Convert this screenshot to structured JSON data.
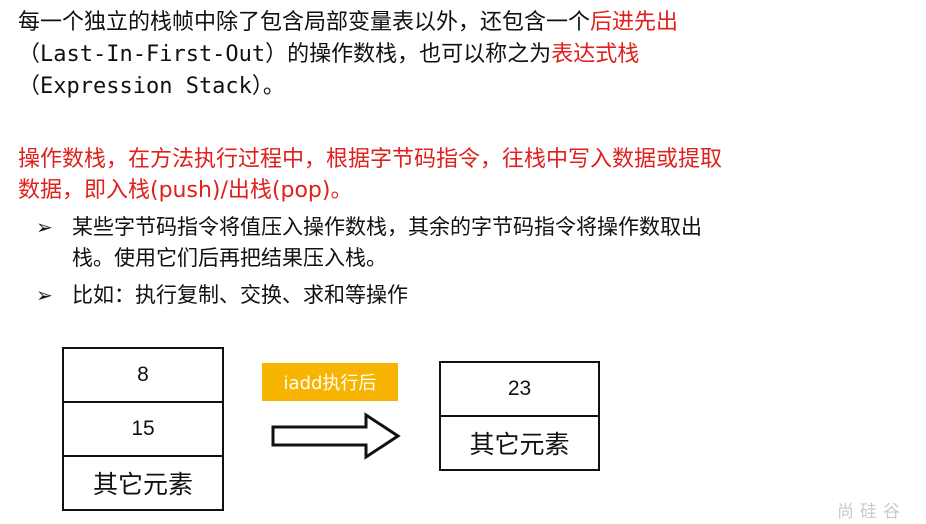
{
  "para1": {
    "line1_a": "每一个独立的栈帧中除了包含局部变量表以外，还包含一个",
    "line1_b": "后进先出",
    "line2_a": "（Last-In-First-Out）",
    "line2_b": "的操作数栈，也可以称之为",
    "line2_c": "表达式栈",
    "line3": "（Expression Stack）。"
  },
  "para2": {
    "line1": "操作数栈，在方法执行过程中，根据字节码指令，往栈中写入数据或提取",
    "line2": "数据，即入栈(push)/出栈(pop)。"
  },
  "bullets": {
    "symbol": "➢",
    "item1_line1": "某些字节码指令将值压入操作数栈，其余的字节码指令将操作数取出",
    "item1_line2": "栈。使用它们后再把结果压入栈。",
    "item2": "比如：执行复制、交换、求和等操作"
  },
  "diagram": {
    "before": [
      "8",
      "15",
      "其它元素"
    ],
    "operation": "iadd执行后",
    "after": [
      "23",
      "其它元素"
    ],
    "label_bg_color": "#f7b400"
  },
  "watermark": "尚硅谷"
}
